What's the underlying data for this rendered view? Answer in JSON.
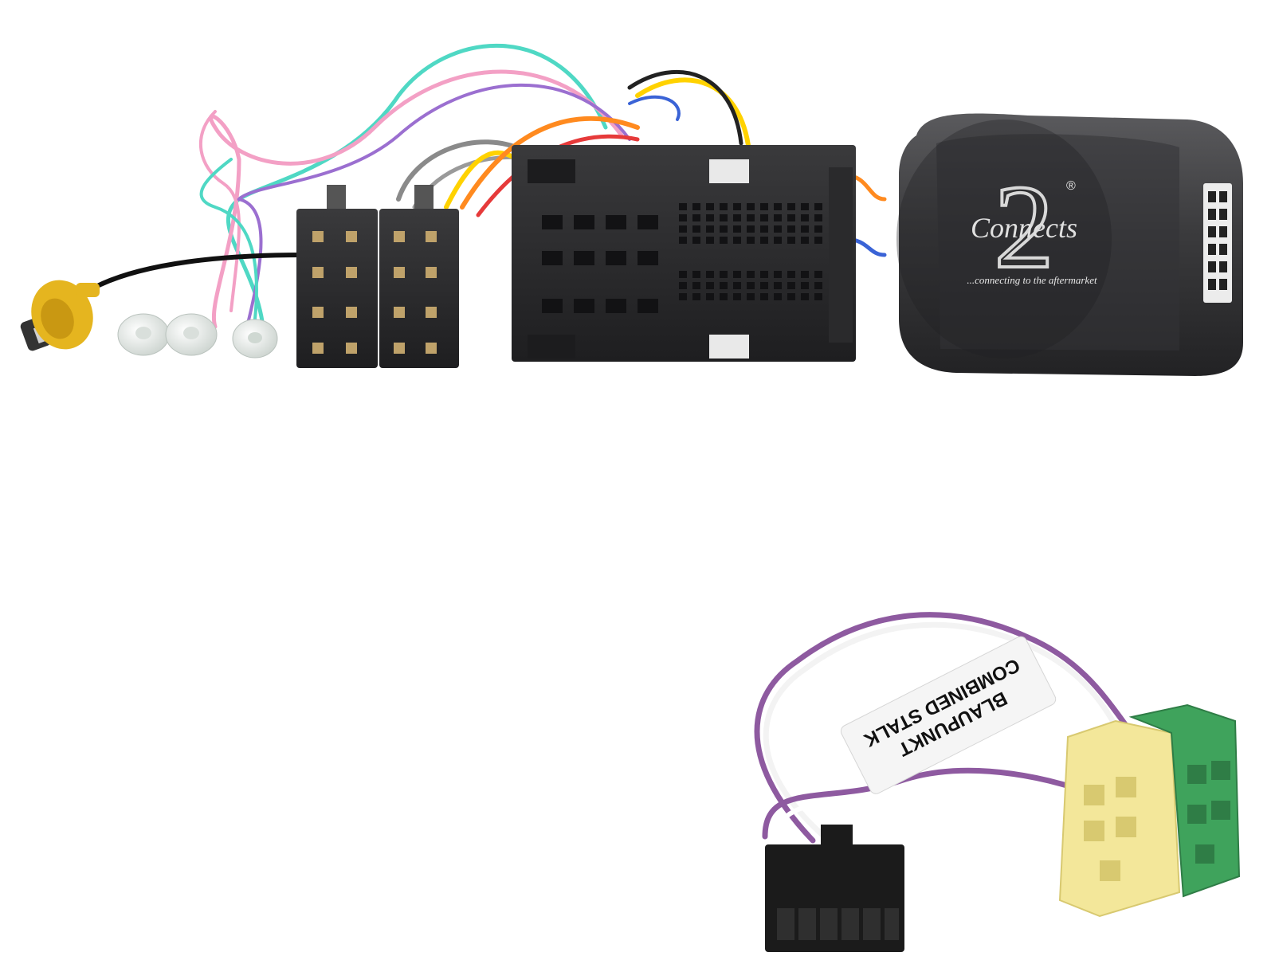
{
  "scene": {
    "background": "#ffffff",
    "subject": "car stereo steering wheel control interface harness"
  },
  "interface_box": {
    "brand_numeral": "2",
    "brand_registered": "®",
    "brand_word": "Connects",
    "brand_tagline": "...connecting to the aftermarket",
    "body_color": "#3b3b3d"
  },
  "adapter_lead": {
    "label_line1": "COMBINED STALK",
    "label_line2": "BLAUPUNKT",
    "wire_colors": [
      "#8e5aa0",
      "#ffffff"
    ],
    "connector_colors": [
      "#f3e79a",
      "#3fa35c",
      "#1b1b1b"
    ]
  },
  "harness_wire_colors": [
    "#4fd8c4",
    "#f3a0c5",
    "#9b6fd0",
    "#ffd200",
    "#ff8a1f",
    "#e63a3a",
    "#3a63d6",
    "#7f7f7f",
    "#111111"
  ],
  "colors": {
    "connector_black": "#2b2b2d",
    "rca_yellow": "#e5b51f",
    "bullet_clear": "#e7ece9"
  }
}
